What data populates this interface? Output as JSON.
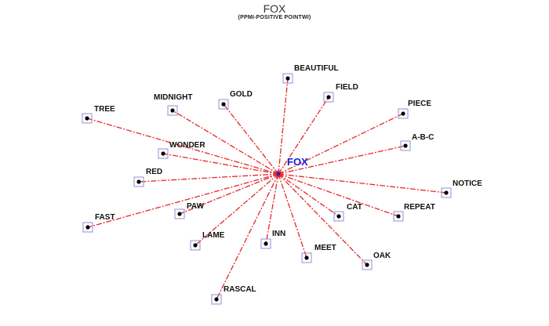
{
  "header": {
    "title": "FOX",
    "subtitle": "(PPMI-POSITIVE POINTWI)"
  },
  "colors": {
    "edge": "#e8272a",
    "center": "#1a1ad6",
    "node_box": "#8f8fd8",
    "node_dot": "#000000"
  },
  "graph": {
    "center": {
      "id": "fox",
      "label": "FOX"
    },
    "nodes": [
      {
        "id": "beautiful",
        "label": "BEAUTIFUL"
      },
      {
        "id": "field",
        "label": "FIELD"
      },
      {
        "id": "piece",
        "label": "PIECE"
      },
      {
        "id": "a-b-c",
        "label": "A-B-C"
      },
      {
        "id": "notice",
        "label": "NOTICE"
      },
      {
        "id": "repeat",
        "label": "REPEAT"
      },
      {
        "id": "cat",
        "label": "CAT"
      },
      {
        "id": "oak",
        "label": "OAK"
      },
      {
        "id": "meet",
        "label": "MEET"
      },
      {
        "id": "inn",
        "label": "INN"
      },
      {
        "id": "rascal",
        "label": "RASCAL"
      },
      {
        "id": "lame",
        "label": "LAME"
      },
      {
        "id": "paw",
        "label": "PAW"
      },
      {
        "id": "fast",
        "label": "FAST"
      },
      {
        "id": "red",
        "label": "RED"
      },
      {
        "id": "wonder",
        "label": "WONDER"
      },
      {
        "id": "tree",
        "label": "TREE"
      },
      {
        "id": "midnight",
        "label": "MIDNIGHT"
      },
      {
        "id": "gold",
        "label": "GOLD"
      }
    ]
  }
}
